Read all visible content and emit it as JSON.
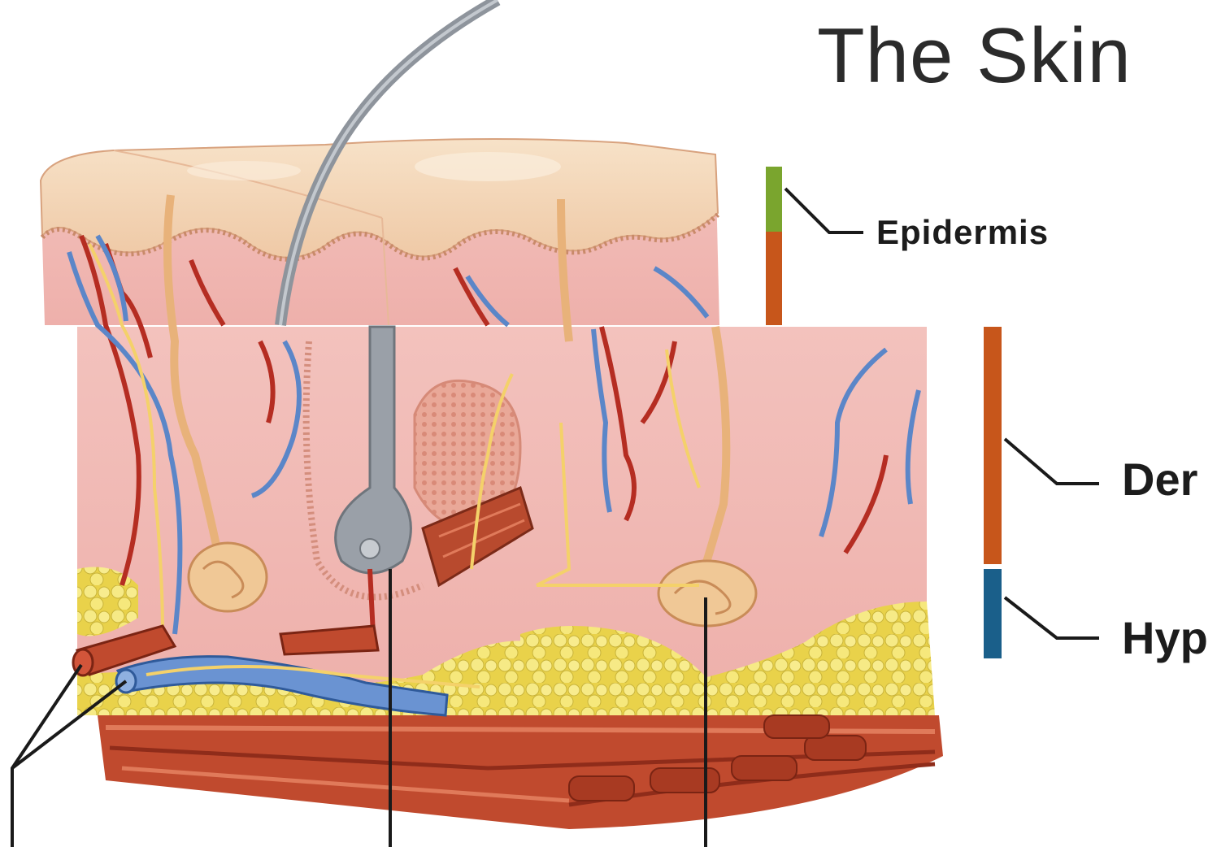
{
  "title": "The Skin",
  "layers": {
    "epidermis": "Epidermis",
    "dermis": "Der",
    "hypodermis": "Hyp"
  },
  "colors": {
    "epidermis_bar": "#7aa52e",
    "dermis_bar": "#c7561b",
    "hypodermis_bar": "#1a5f8a",
    "skin_surface": "#f3d3b3",
    "dermis_tissue": "#f2bcb8",
    "fat": "#f2e36a",
    "muscle": "#b8442c",
    "artery": "#b52d22",
    "vein": "#5b86c8",
    "nerve": "#f4d16a",
    "hair": "#8e949c"
  }
}
